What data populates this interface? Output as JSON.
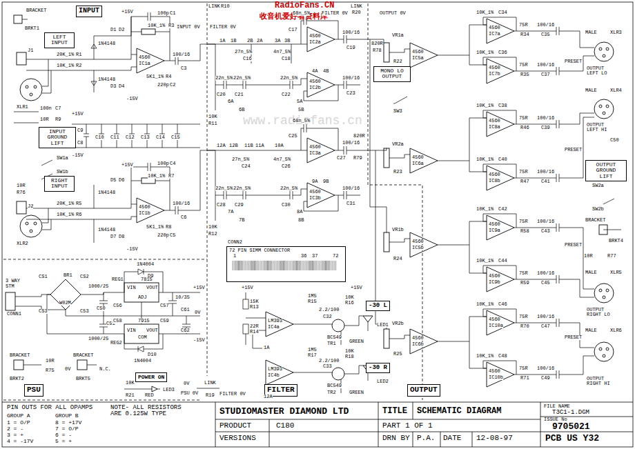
{
  "diagram": {
    "nodes": [
      {
        "text": [
          "INPUT"
        ]
      },
      {
        "text": [
          "LEFT INPUT"
        ]
      },
      {
        "text": [
          "INPUT GROUND LIFT"
        ]
      },
      {
        "text": [
          "RIGHT INPUT"
        ]
      },
      {
        "text": [
          "PSU"
        ]
      },
      {
        "text": [
          "POWER ON"
        ]
      },
      {
        "text": [
          "FILTER"
        ]
      },
      {
        "text": [
          "OUTPUT"
        ]
      },
      {
        "text": [
          "MONO LO OUTPUT"
        ]
      },
      {
        "text": [
          "72 PIN SIMM CONNECTOR"
        ]
      },
      {
        "text": [
          "-30 L"
        ]
      },
      {
        "text": [
          "-30 R"
        ]
      },
      {
        "text": [
          "OUTPUT GROUND LIFT"
        ]
      }
    ],
    "labels": [
      "RadioFans.CN",
      "收音机爱好者资料库",
      "www.radiofans.cn",
      "BRACKET",
      "BRKT1",
      "J1",
      "XLR1",
      "20K_1%",
      "R1",
      "10K_1%",
      "R2",
      "1N4148",
      "D1",
      "D2",
      "+15V",
      "1N4148",
      "D3",
      "D4",
      "-15V",
      "100p",
      "C1",
      "10K_1%",
      "R3",
      "4560",
      "IC1a",
      "5K1_1%",
      "R4",
      "220p",
      "C2",
      "100/16",
      "C3",
      "INPUT 0V",
      "LINK",
      "R10",
      "FILTER 0V",
      "100n",
      "C7",
      "10R",
      "R9",
      "+15V",
      "C8",
      "C9",
      "C10",
      "C11",
      "C12",
      "C13",
      "C14",
      "C15",
      "-15V",
      "SW1a",
      "SW1b",
      "10R",
      "R76",
      "J2",
      "XLR2",
      "+15V",
      "100p",
      "C4",
      "10K_1%",
      "R7",
      "20K_1%",
      "R5",
      "10K_1%",
      "R6",
      "1N4148",
      "D5",
      "D6",
      "1N4148",
      "D7",
      "D8",
      "-15V",
      "4560",
      "IC1b",
      "5K1_1%",
      "R8",
      "220p",
      "C5",
      "100/16",
      "C6",
      "3 WAY",
      "STM",
      "CONN1",
      "CS1",
      "BR1",
      "CS2",
      "W02M",
      "CS3",
      "C53",
      "1000/25",
      "C50",
      "1N4004",
      "D9",
      "7815",
      "REG1",
      "VIN",
      "VOUT",
      "ADJ",
      "C56",
      "C57",
      "+15V",
      "10/35",
      "C61",
      "0V",
      "1000/25",
      "C51",
      "C58",
      "VIN",
      "COM",
      "VOUT",
      "7915",
      "REG2",
      "D10",
      "1N4004",
      "C59",
      "C62",
      "-15V",
      "BRACKET",
      "BRKT2",
      "10R",
      "R75",
      "0V",
      "BRACKET",
      "BRKT5",
      "N.C.",
      "10K",
      "R21",
      "RED",
      "LED3",
      "0V",
      "PSU 0V",
      "LINK",
      "R19",
      "FILTER 0V",
      "1A",
      "1B",
      "2B",
      "2A",
      "3A",
      "3B",
      "68n_5%",
      "C17",
      "4560",
      "IC2a",
      "27n_5%",
      "C16",
      "4n7_5%",
      "C18",
      "100/16",
      "C19",
      "FILTER 0V",
      "LINK",
      "R20",
      "OUTPUT 0V",
      "4A",
      "4B",
      "4560",
      "IC2b",
      "100/16",
      "C23",
      "22n_5%",
      "22n_5%",
      "22n_5%",
      "C20",
      "C21",
      "C22",
      "6A",
      "6B",
      "5A",
      "5B",
      "10K",
      "R11",
      "12A",
      "12B",
      "11B",
      "11A",
      "10A",
      "68n_5%",
      "C25",
      "27n_5%",
      "C24",
      "4n7_5%",
      "C26",
      "4560",
      "IC3a",
      "100/16",
      "C27",
      "820R",
      "R79",
      "9A",
      "9B",
      "4560",
      "IC3b",
      "100/16",
      "C31",
      "22n_5%",
      "22n_5%",
      "22n_5%",
      "C28",
      "C29",
      "C30",
      "7A",
      "7B",
      "8A",
      "8B",
      "10K",
      "R12",
      "CONN2",
      "1",
      "36",
      "37",
      "72",
      "+15V",
      "15K",
      "R13",
      "22R",
      "R14",
      "LM393",
      "IC4a",
      "1A",
      "1M5",
      "R15",
      "2.2/100",
      "C32",
      "10K",
      "R16",
      "+15V",
      "BC549",
      "TR1",
      "GREEN",
      "LED1",
      "12A",
      "LM393",
      "IC4b",
      "1M5",
      "R17",
      "2.2/100",
      "C33",
      "10K",
      "R18",
      "BC549",
      "TR2",
      "GREEN",
      "LED2",
      "820R",
      "R78",
      "VR1a",
      "R22",
      "SW3",
      "4560",
      "IC5a",
      "VR2a",
      "R23",
      "4560",
      "IC6a",
      "VR1b",
      "R24",
      "4560",
      "IC5b",
      "VR2b",
      "R25",
      "4560",
      "IC6b",
      "10K_1%",
      "C34",
      "4560",
      "IC7a",
      "75R",
      "R34",
      "100/16",
      "C35",
      "10K_1%",
      "C36",
      "4560",
      "IC7b",
      "75R",
      "R35",
      "100/16",
      "C37",
      "10K_1%",
      "C38",
      "4560",
      "IC8a",
      "75R",
      "R46",
      "100/16",
      "C39",
      "10K_1%",
      "C40",
      "4560",
      "IC8b",
      "75R",
      "R47",
      "100/16",
      "C41",
      "10K_1%",
      "C42",
      "4560",
      "IC9a",
      "75R",
      "R58",
      "100/16",
      "C43",
      "10K_1%",
      "C44",
      "4560",
      "IC9b",
      "75R",
      "R59",
      "100/16",
      "C45",
      "10K_1%",
      "C46",
      "4560",
      "IC10a",
      "75R",
      "R70",
      "100/16",
      "C47",
      "10K_1%",
      "C48",
      "4560",
      "IC10b",
      "75R",
      "R71",
      "100/16",
      "C49",
      "MALE",
      "XLR3",
      "OUTPUT LEFT LO",
      "MALE",
      "XLR4",
      "OUTPUT LEFT HI",
      "C50",
      "SW2a",
      "SW2b",
      "BRACKET",
      "BRKT4",
      "10R",
      "R77",
      "MALE",
      "XLR5",
      "OUTPUT RIGHT LO",
      "MALE",
      "XLR6",
      "OUTPUT RIGHT HI",
      "PRESET",
      "PRESET",
      "PRESET",
      "PRESET",
      "PIN OUTS FOR ALL OPAMPS",
      "GROUP A",
      "GROUP B",
      "1 = O/P",
      "2 = -",
      "3 = +",
      "4 = -17V",
      "8 = +17V",
      "7 = O/P",
      "6 = -",
      "5 = +",
      "NOTE- ALL RESISTORS ARE 0.125W TYPE",
      "STUDIOMASTER DIAMOND LTD",
      "TITLE",
      "SCHEMATIC DIAGRAM",
      "PRODUCT",
      "C180",
      "PART 1 OF 1",
      "VERSIONS",
      "DRN BY",
      "P.A.",
      "DATE",
      "12-08-97",
      "FILE NAME",
      "T3C1-1.DGM",
      "ISSUE No",
      "9705021",
      "PCB US Y32"
    ]
  }
}
